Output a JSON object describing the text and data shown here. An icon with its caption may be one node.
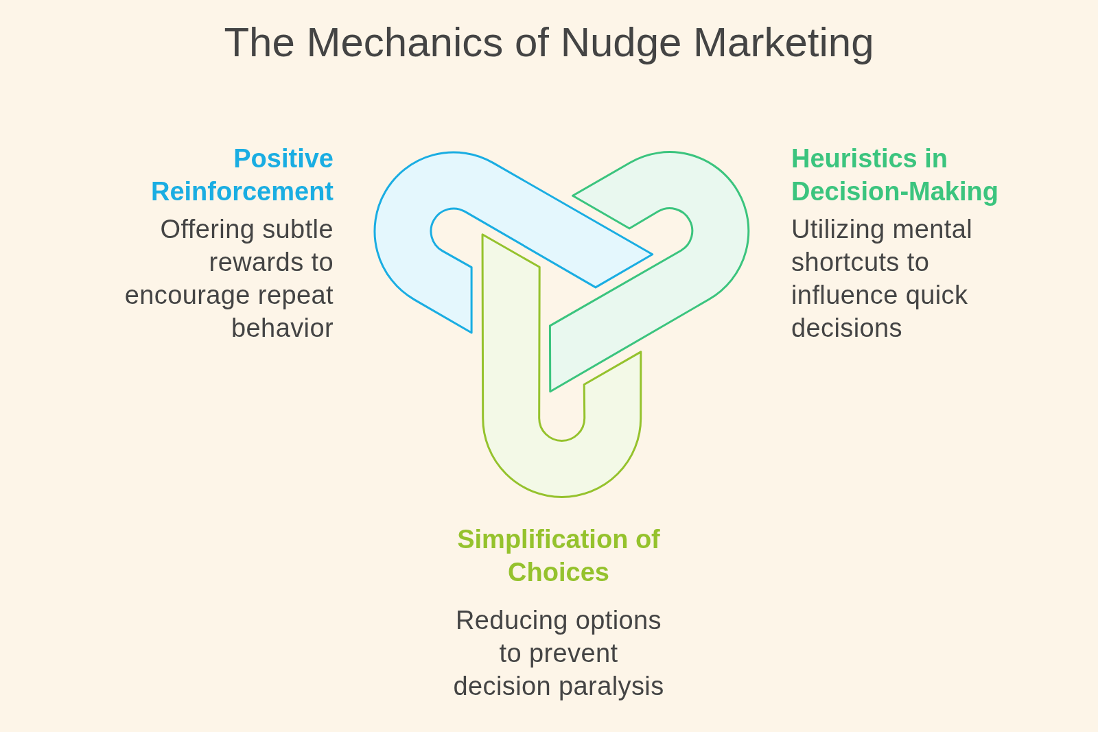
{
  "diagram": {
    "title": "The Mechanics of Nudge Marketing",
    "nodes": [
      {
        "text": [
          "Positive Reinforcement",
          "Offering subtle rewards to encourage repeat behavior"
        ]
      },
      {
        "text": [
          "Heuristics in Decision-Making",
          "Utilizing mental shortcuts to influence quick decisions"
        ]
      },
      {
        "text": [
          "Simplification of Choices",
          "Reducing options to prevent decision paralysis"
        ]
      }
    ]
  }
}
